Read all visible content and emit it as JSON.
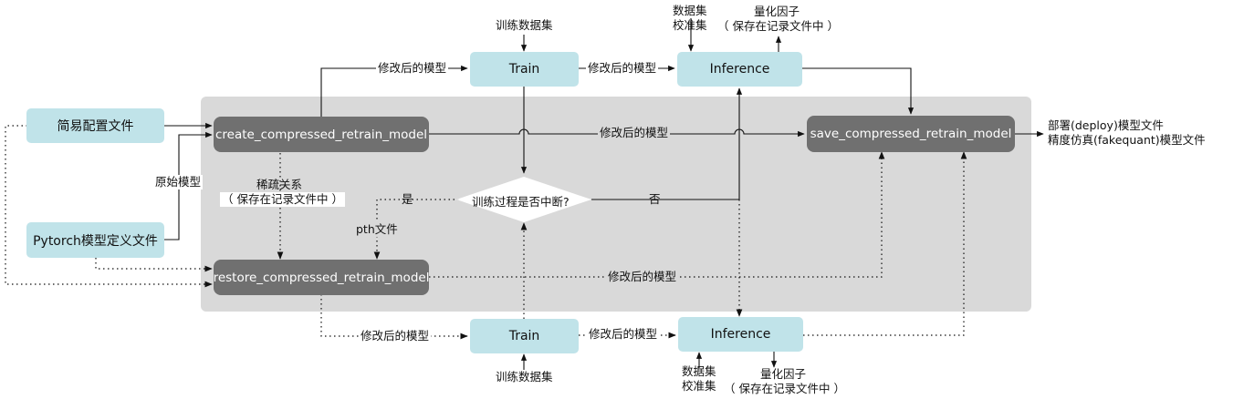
{
  "nodes": {
    "simple_config": "简易配置文件",
    "pytorch_def": "Pytorch模型定义文件",
    "create": "create_compressed_retrain_model",
    "restore": "restore_compressed_retrain_model",
    "save": "save_compressed_retrain_model",
    "train_top": "Train",
    "inference_top": "Inference",
    "train_bottom": "Train",
    "inference_bottom": "Inference",
    "decision": "训练过程是否中断?"
  },
  "labels": {
    "train_dataset": "训练数据集",
    "dataset": "数据集",
    "calib_dataset": "校准集",
    "quant_factor": "量化因子",
    "saved_in_record": "（ 保存在记录文件中 ）",
    "modified_model": "修改后的模型",
    "original_model": "原始模型",
    "sparse_relation": "稀疏关系",
    "yes": "是",
    "no": "否",
    "pth_file": "pth文件",
    "deploy_output": "部署(deploy)模型文件",
    "fakequant_output": "精度仿真(fakequant)模型文件"
  }
}
